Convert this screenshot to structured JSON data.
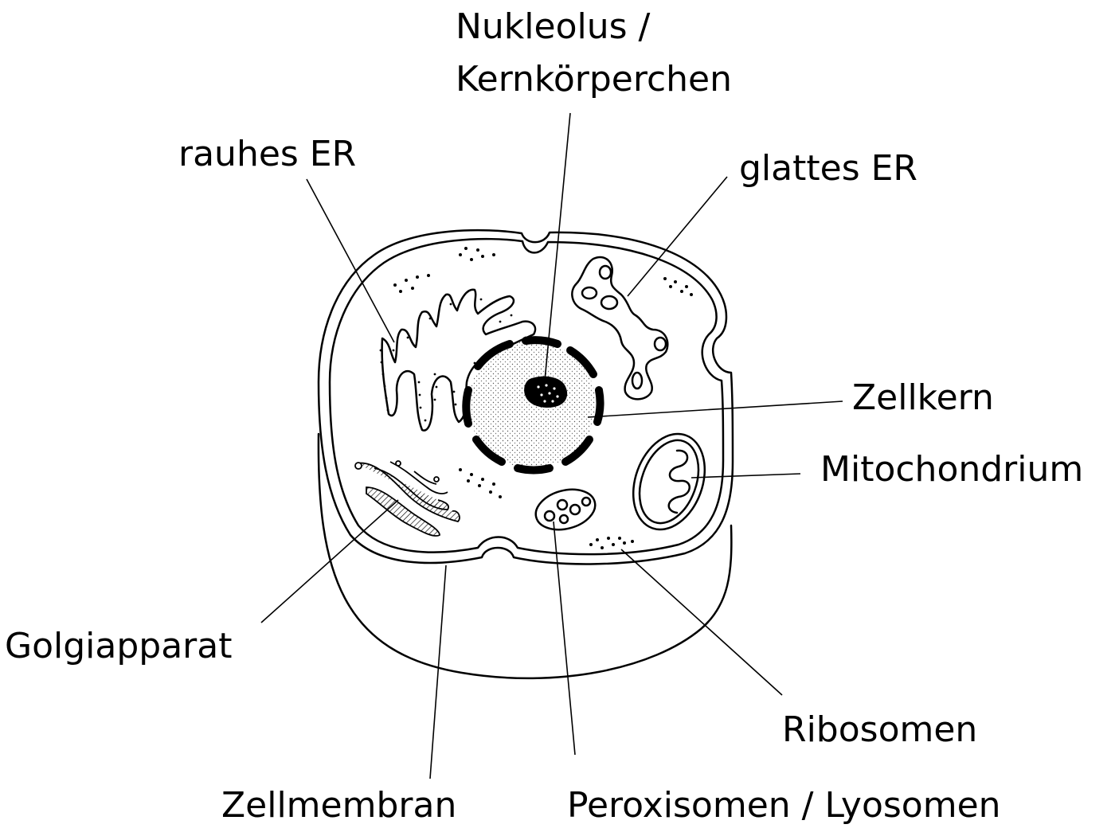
{
  "labels": {
    "nukleolus_line1": "Nukleolus /",
    "nukleolus_line2": "Kernkörperchen",
    "rauhes_er": "rauhes ER",
    "glattes_er": "glattes ER",
    "zellkern": "Zellkern",
    "mitochondrium": "Mitochondrium",
    "golgiapparat": "Golgiapparat",
    "ribosomen": "Ribosomen",
    "zellmembran": "Zellmembran",
    "peroxisomen": "Peroxisomen / Lyosomen"
  }
}
